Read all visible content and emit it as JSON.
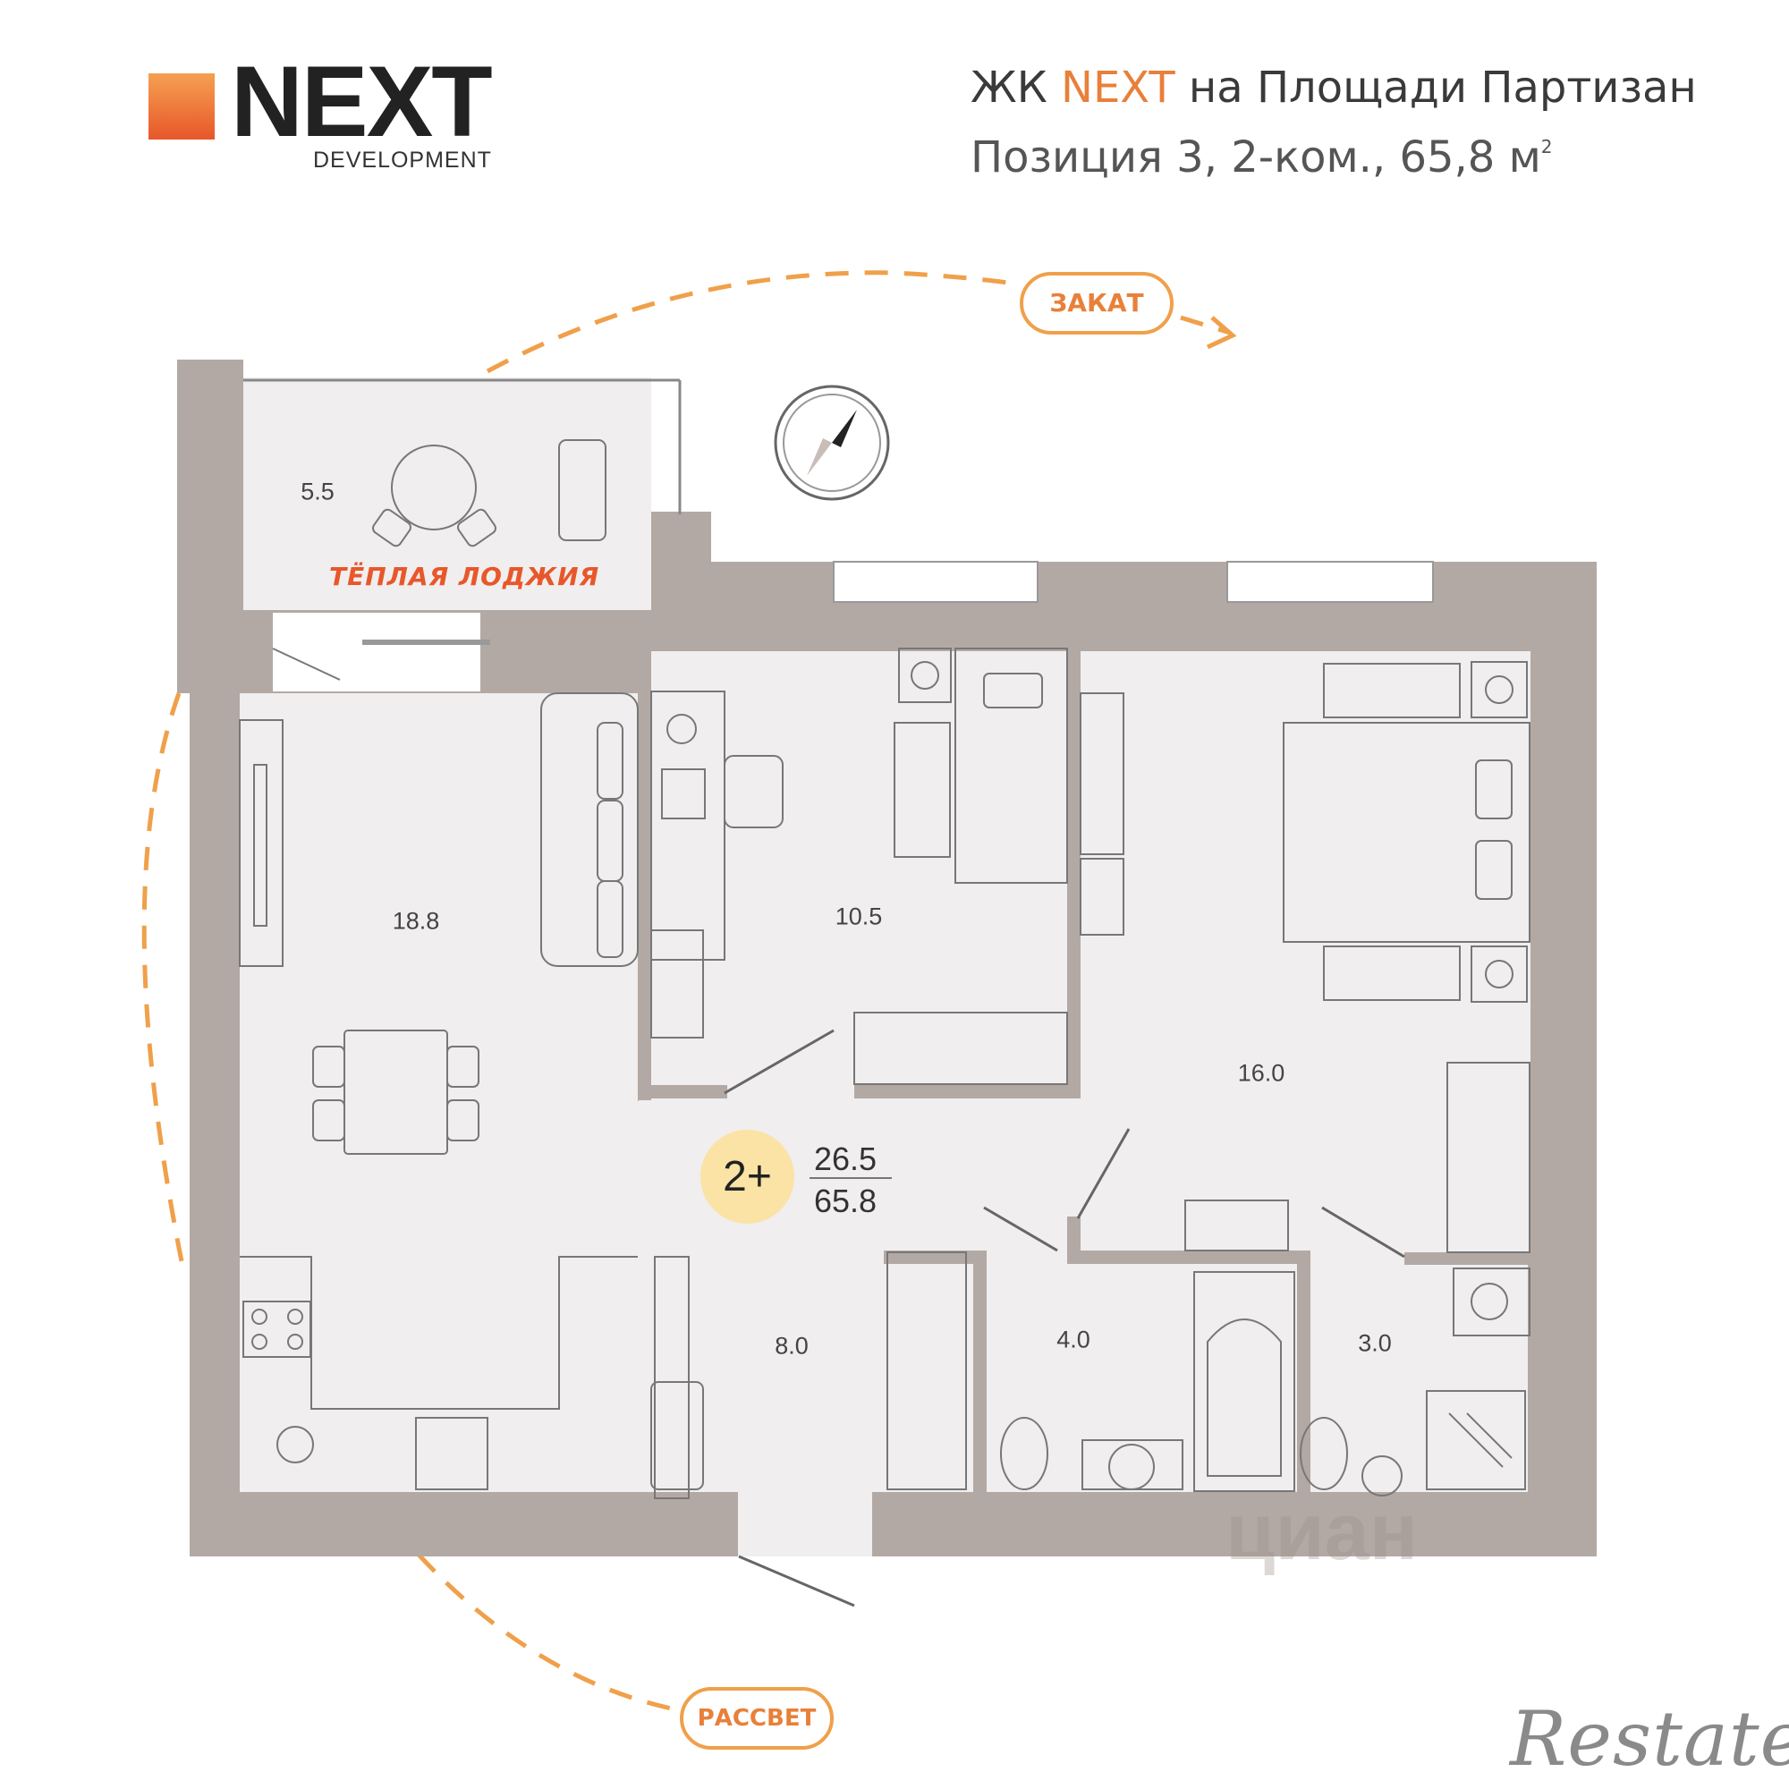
{
  "brand": {
    "logo_name": "NEXT",
    "logo_sub": "DEVELOPMENT",
    "accent_color": "#e8803a",
    "logo_gradient": [
      "#f5a052",
      "#e8572a"
    ]
  },
  "header": {
    "line1_prefix": "ЖК ",
    "line1_brand": "NEXT",
    "line1_suffix": " на Площади Партизан",
    "line2": "Позиция 3, 2-ком., 65,8 м",
    "line2_sup": "2"
  },
  "rooms": {
    "loggia": "5.5",
    "living_kitchen": "18.8",
    "bedroom_small": "10.5",
    "bedroom_large": "16.0",
    "hall": "8.0",
    "bathroom": "4.0",
    "wc": "3.0"
  },
  "loggia_label": "ТЁПЛАЯ ЛОДЖИЯ",
  "summary": {
    "rooms_badge": "2+",
    "living_area": "26.5",
    "total_area": "65.8"
  },
  "orientation": {
    "sunset": "ЗАКАТ",
    "sunrise": "РАССВЕТ"
  },
  "watermarks": {
    "cian": "циан",
    "restate": "Restate"
  },
  "colors": {
    "wall": "#b3a9a4",
    "floor": "#f0eeee",
    "furniture_line": "#777777",
    "badge": "#fbe3a6",
    "dash": "#f0a04a"
  },
  "icons": [
    "compass-icon",
    "bed-icon",
    "sofa-icon",
    "table-icon",
    "stove-icon",
    "bathtub-icon",
    "toilet-icon",
    "shower-icon",
    "washer-icon",
    "wardrobe-icon"
  ]
}
